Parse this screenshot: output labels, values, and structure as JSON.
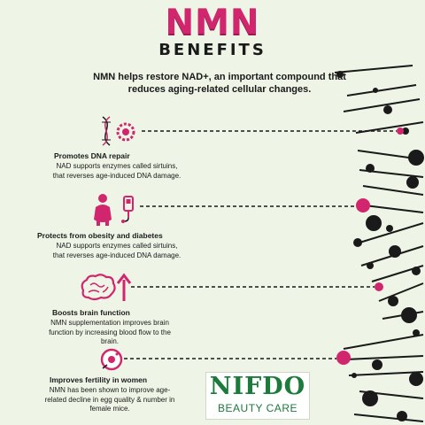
{
  "header": {
    "title": "NMN",
    "subtitle": "BENEFITS",
    "intro": "NMN helps restore NAD+, an important compound that reduces aging-related cellular changes."
  },
  "benefits": [
    {
      "title": "Promotes DNA repair",
      "description": "NAD supports enzymes called sirtuins, that reverses age-induced DNA damage.",
      "icon": "dna-gear-icon"
    },
    {
      "title": "Protects from obesity and diabetes",
      "description": "NAD supports enzymes called sirtuins, that reverses age-induced DNA damage.",
      "icon": "body-glucose-icon"
    },
    {
      "title": "Boosts brain function",
      "description": "NMN supplementation improves brain function by increasing blood flow to the brain.",
      "icon": "brain-arrow-icon"
    },
    {
      "title": "Improves fertility in women",
      "description": "NMN has been shown to improve age-related decline in egg quality & number in female mice.",
      "icon": "egg-cell-icon"
    }
  ],
  "logo": {
    "name": "NIFDO",
    "tagline": "BEAUTY CARE"
  },
  "colors": {
    "accent": "#d1266e",
    "background": "#eef5e6",
    "text": "#1a1a1a",
    "brand": "#1c7a3b"
  }
}
